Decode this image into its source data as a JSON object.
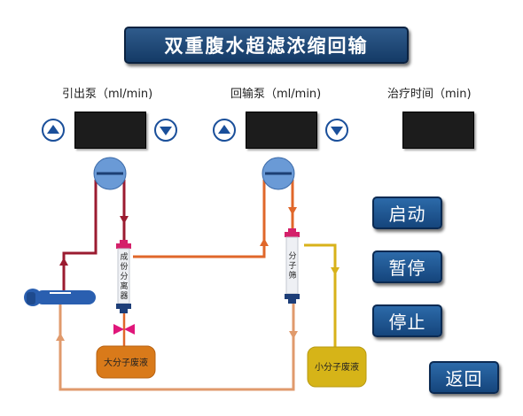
{
  "title": "双重腹水超滤浓缩回输",
  "pumps": {
    "draw": {
      "label": "引出泵（ml/min)"
    },
    "return": {
      "label": "回输泵（ml/min)"
    }
  },
  "treatment_time": {
    "label": "治疗时间（min)"
  },
  "buttons": {
    "start": "启动",
    "pause": "暂停",
    "stop": "停止",
    "back": "返回"
  },
  "diagram": {
    "separator_label": [
      "成",
      "份",
      "分",
      "离",
      "器"
    ],
    "filter_label": [
      "分",
      "子",
      "筛"
    ],
    "large_waste": "大分子废液",
    "small_waste": "小分子废液"
  },
  "colors": {
    "title_bg": "#1f4a7a",
    "button_bg": "#1f5592",
    "arrow_blue": "#1a4f9a",
    "line_red": "#9b1b30",
    "line_orange": "#e0672a",
    "line_peach": "#e09a6c",
    "line_yellow": "#d8b21a",
    "waste_orange": "#d97a1a",
    "waste_yellow": "#d6b418"
  },
  "icons": {
    "up": "up-arrow-icon",
    "down": "down-arrow-icon",
    "patient": "patient-icon",
    "pump": "pump-icon",
    "clamp": "clamp-icon"
  }
}
